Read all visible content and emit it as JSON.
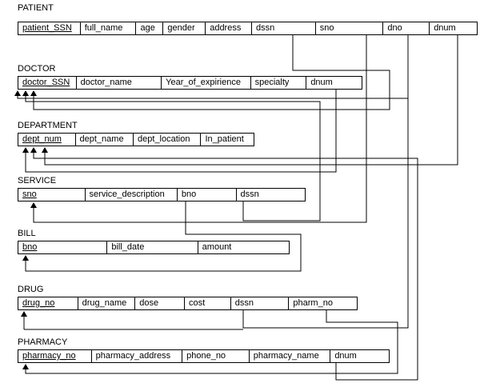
{
  "patient": {
    "title": "PATIENT",
    "fields": [
      "patient_SSN",
      "full_name",
      "age",
      "gender",
      "address",
      "dssn",
      "sno",
      "dno",
      "dnum"
    ]
  },
  "doctor": {
    "title": "DOCTOR",
    "fields": [
      "doctor_SSN",
      "doctor_name",
      "Year_of_expirience",
      "specialty",
      "dnum"
    ]
  },
  "department": {
    "title": "DEPARTMENT",
    "fields": [
      "dept_num",
      "dept_name",
      "dept_location",
      "In_patient"
    ]
  },
  "service": {
    "title": "SERVICE",
    "fields": [
      "sno",
      "service_description",
      "bno",
      "dssn"
    ]
  },
  "bill": {
    "title": "BILL",
    "fields": [
      "bno",
      "bill_date",
      "amount"
    ]
  },
  "drug": {
    "title": "DRUG",
    "fields": [
      "drug_no",
      "drug_name",
      "dose",
      "cost",
      "dssn",
      "pharm_no"
    ]
  },
  "pharmacy": {
    "title": "PHARMACY",
    "fields": [
      "pharmacy_no",
      "pharmacy_address",
      "phone_no",
      "pharmacy_name",
      "dnum"
    ]
  }
}
